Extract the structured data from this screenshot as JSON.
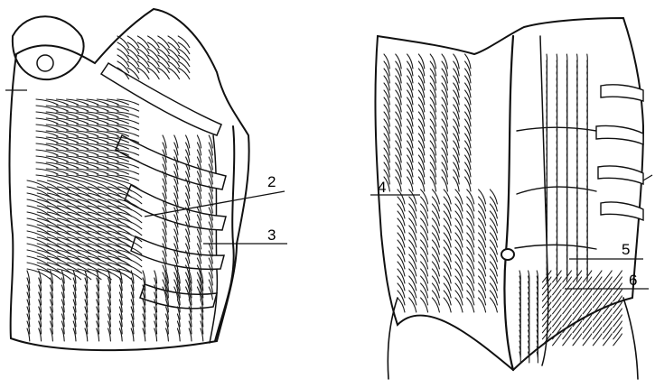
{
  "figure": {
    "left_panel": {
      "labels": [
        {
          "id": "2",
          "text": "2"
        },
        {
          "id": "3",
          "text": "3"
        }
      ]
    },
    "right_panel": {
      "labels": [
        {
          "id": "4",
          "text": "4"
        },
        {
          "id": "5",
          "text": "5"
        },
        {
          "id": "6",
          "text": "6"
        }
      ]
    }
  }
}
